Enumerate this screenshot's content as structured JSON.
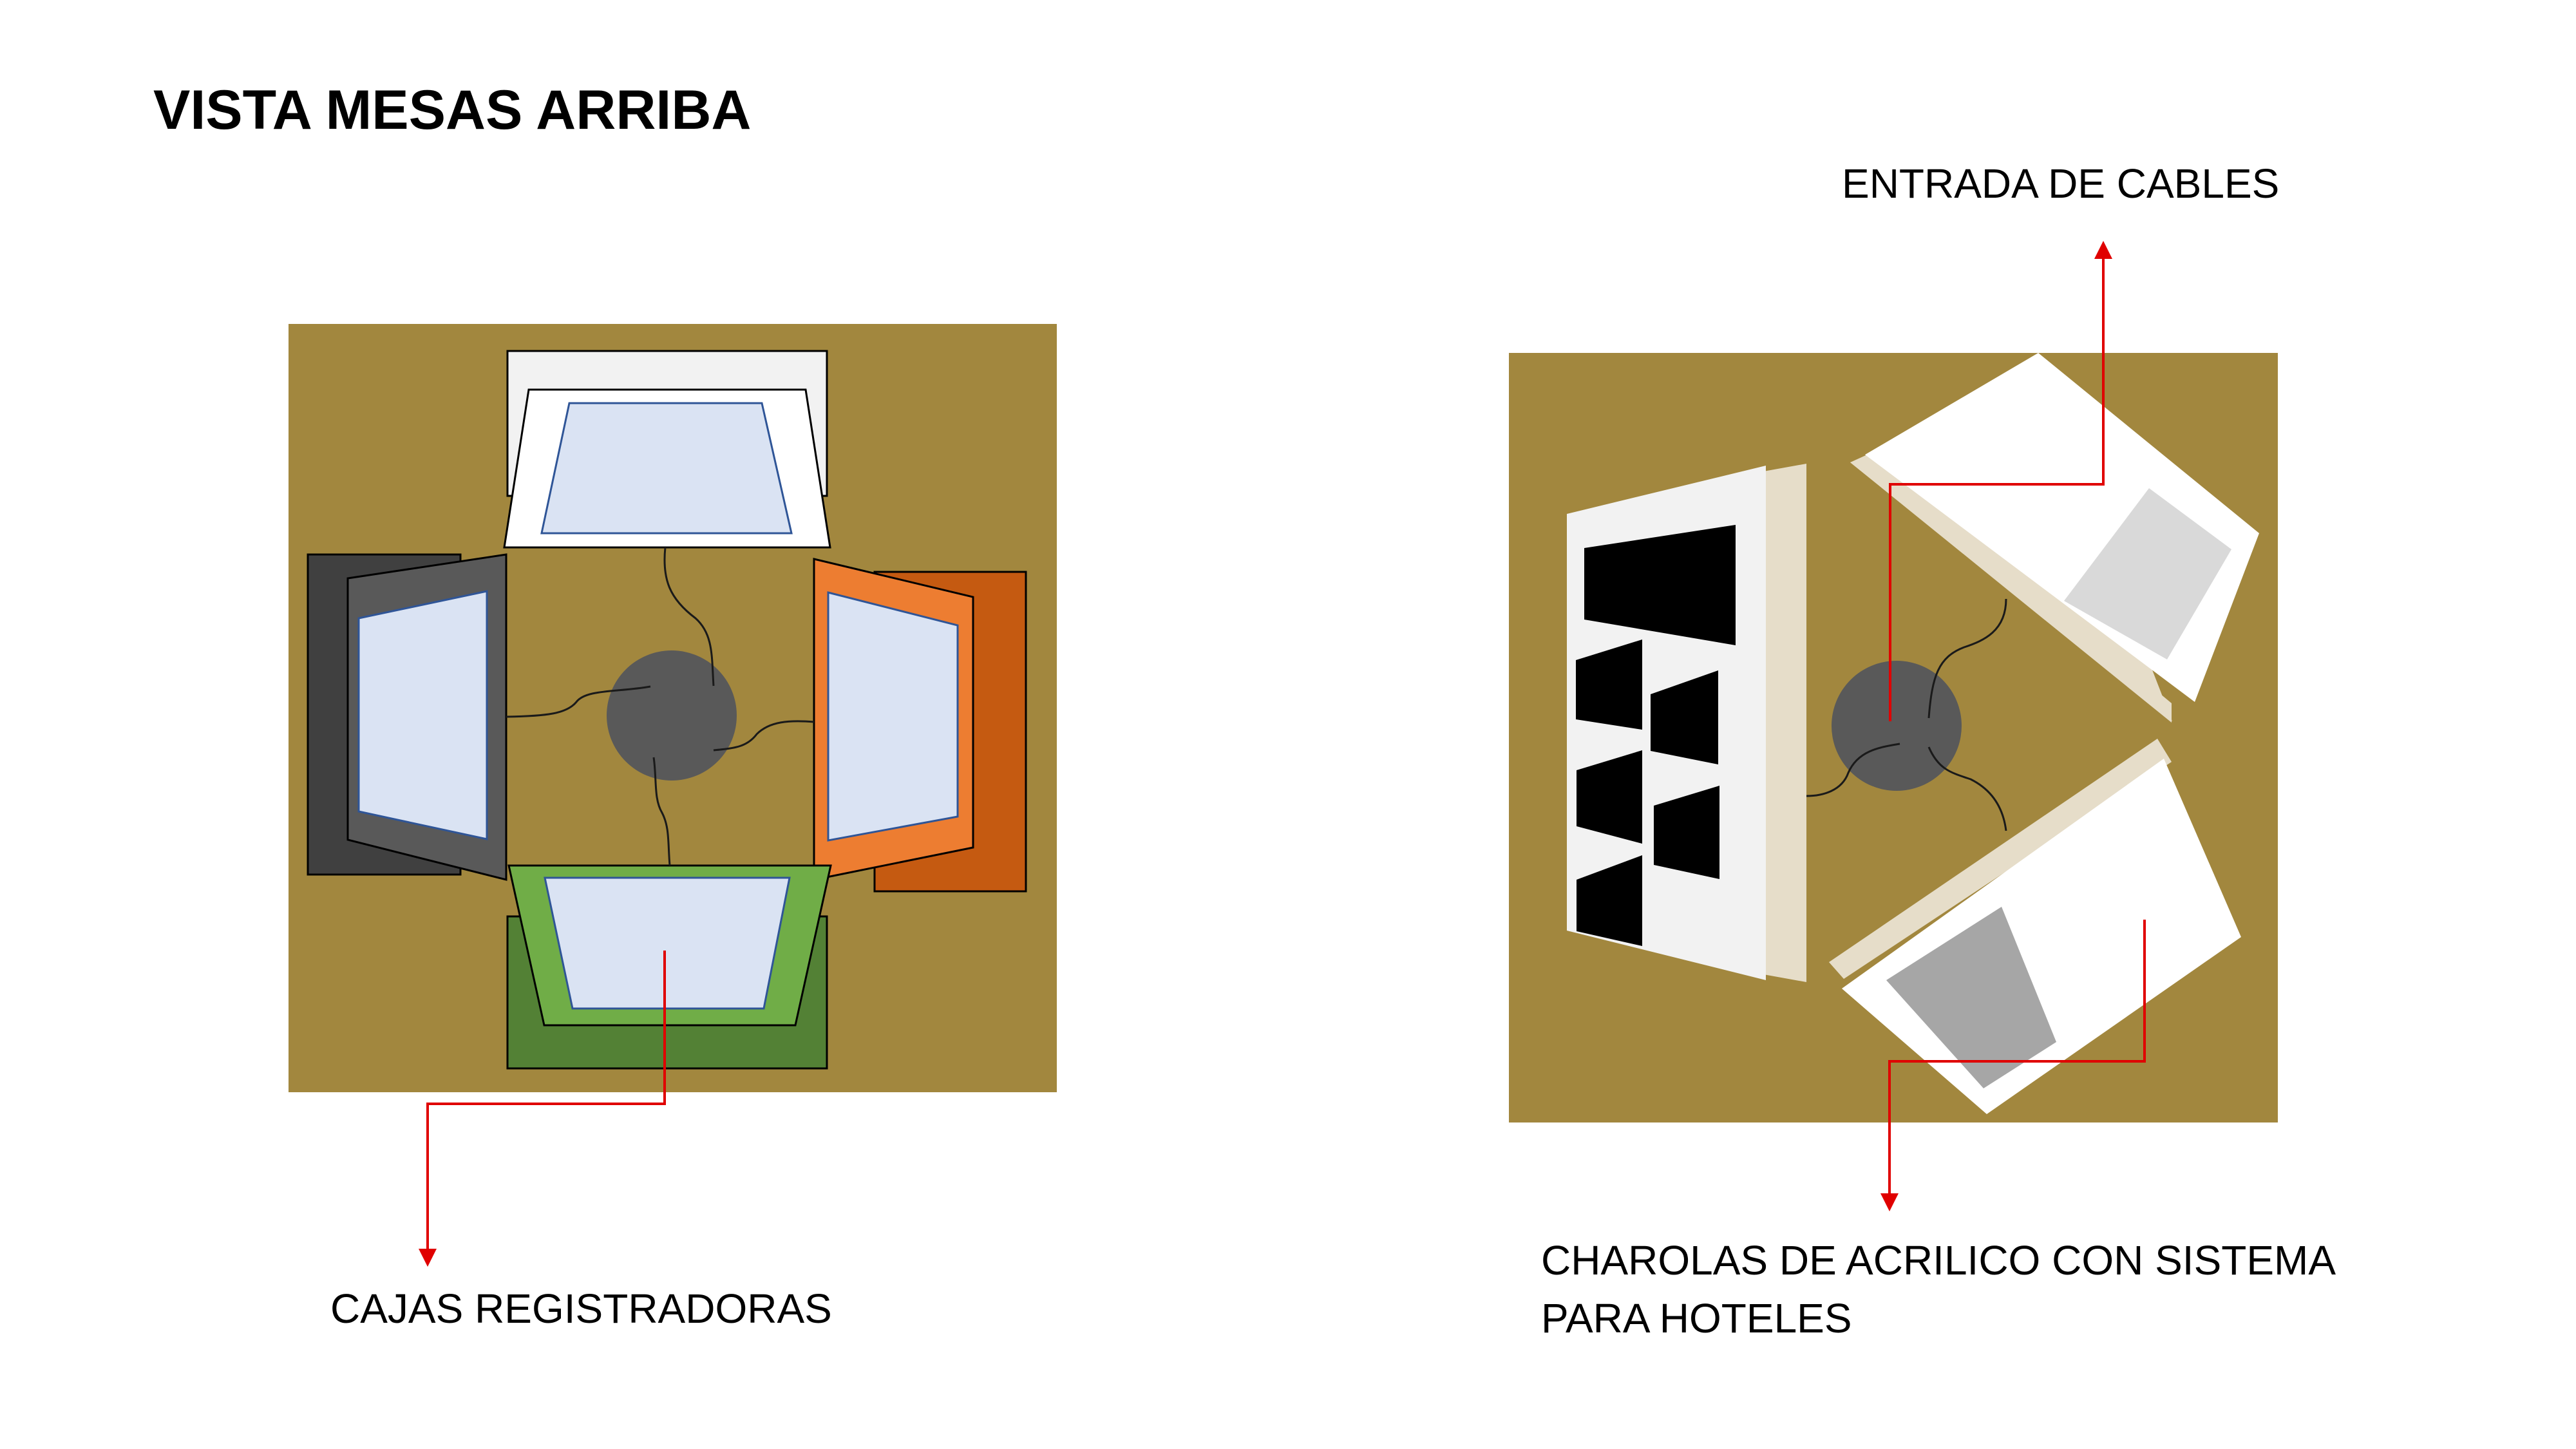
{
  "title": "VISTA MESAS ARRIBA",
  "labels": {
    "cables": "ENTRADA DE CABLES",
    "cajas": "CAJAS REGISTRADORAS",
    "charolas_line1": "CHAROLAS DE ACRILICO CON SISTEMA",
    "charolas_line2": "PARA HOTELES"
  },
  "colors": {
    "table": "#A2873E",
    "hub": "#595959",
    "arrow": "#E00000",
    "white_station": "#F2F2F2",
    "dark_station": "#404040",
    "orange_station": "#ED7D31",
    "orange_dark": "#C55A11",
    "green_station": "#70AD47",
    "green_dark": "#538135",
    "screen": "#DAE3F3",
    "tray_shadow": "#E6DDC9"
  }
}
